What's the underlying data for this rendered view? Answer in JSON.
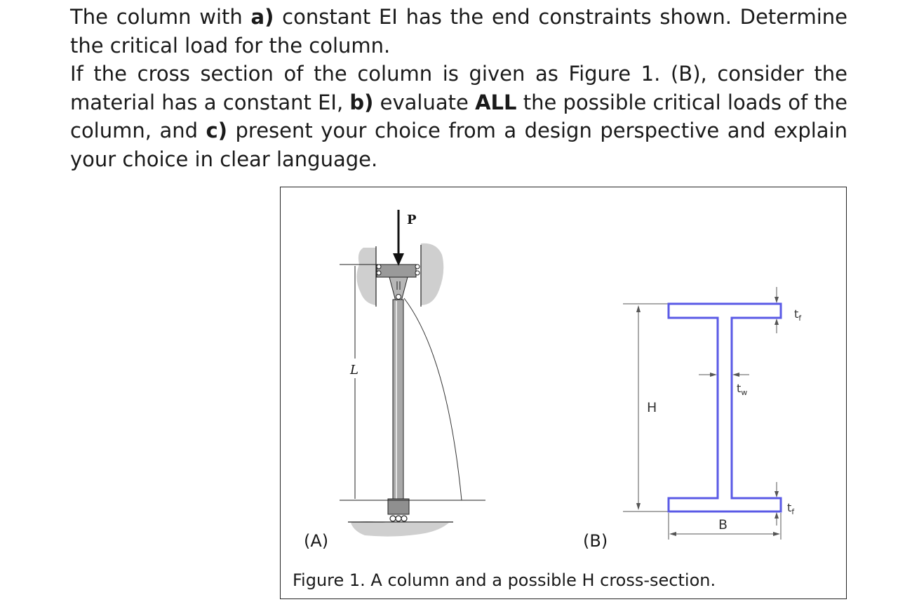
{
  "problem": {
    "p1_seg1": "The column with ",
    "p1_a": "a)",
    "p1_seg2": " constant EI has the end constraints shown. Determine the critical load for the column.",
    "p2_seg1": "If the cross section of the column is given as Figure 1. (B), consider the material has a constant EI, ",
    "p2_b": "b)",
    "p2_seg2": " evaluate ",
    "p2_all": "ALL",
    "p2_seg3": " the possible critical loads of the column, and ",
    "p2_c": "c)",
    "p2_seg4": " present your choice from a design perspective and explain your choice in clear language."
  },
  "figure": {
    "label_a": "(A)",
    "label_b": "(B)",
    "caption": "Figure 1. A column and a possible H cross-section.",
    "column": {
      "load": "P",
      "length": "L"
    },
    "section": {
      "height": "H",
      "width": "B",
      "web": "t",
      "web_sub": "w",
      "flange": "t",
      "flange_sub": "f"
    },
    "colors": {
      "section_outline": "#5a5ae6",
      "support_gray": "#c8c8c8",
      "column_gray": "#a9a9a9"
    }
  }
}
